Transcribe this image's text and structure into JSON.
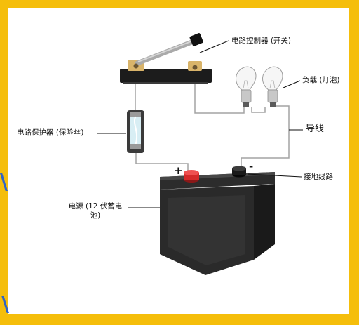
{
  "labels": {
    "switch": "电路控制器 (开关)",
    "load": "负载 (灯泡)",
    "wire": "导线",
    "fuse": "电路保护器 (保险丝)",
    "ground": "接地线路",
    "source_line1": "电源 (12 伏蓄电",
    "source_line2": "池)",
    "plus": "+",
    "minus": "-"
  },
  "colors": {
    "frame": "#f5be0b",
    "wire": "#a3a3a3",
    "battery_body": "#2a2a2a",
    "positive_terminal": "#d42a2a",
    "negative_terminal": "#1a1a1a",
    "switch_brass": "#d9b46a"
  }
}
